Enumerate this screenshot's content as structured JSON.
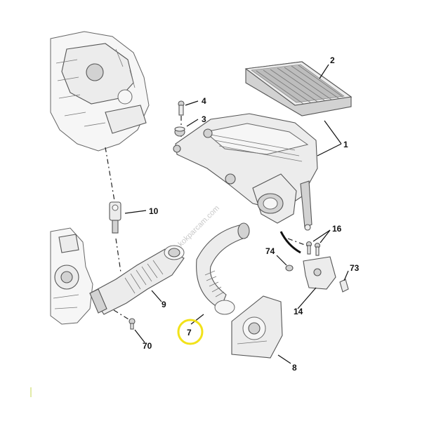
{
  "callouts": [
    {
      "id": "c2",
      "label": "2"
    },
    {
      "id": "c4",
      "label": "4"
    },
    {
      "id": "c3",
      "label": "3"
    },
    {
      "id": "c1",
      "label": "1"
    },
    {
      "id": "c10",
      "label": "10"
    },
    {
      "id": "c16",
      "label": "16"
    },
    {
      "id": "c74",
      "label": "74"
    },
    {
      "id": "c73",
      "label": "73"
    },
    {
      "id": "c9",
      "label": "9"
    },
    {
      "id": "c14",
      "label": "14"
    },
    {
      "id": "c7",
      "label": "7"
    },
    {
      "id": "c70",
      "label": "70"
    },
    {
      "id": "c8",
      "label": "8"
    }
  ],
  "watermark": "kokparcam.com",
  "highlight": {
    "target": "7",
    "color": "#f2e21a"
  },
  "colors": {
    "line": "#111111",
    "part_fill": "#ececec",
    "part_dark": "#d2d2d2"
  }
}
